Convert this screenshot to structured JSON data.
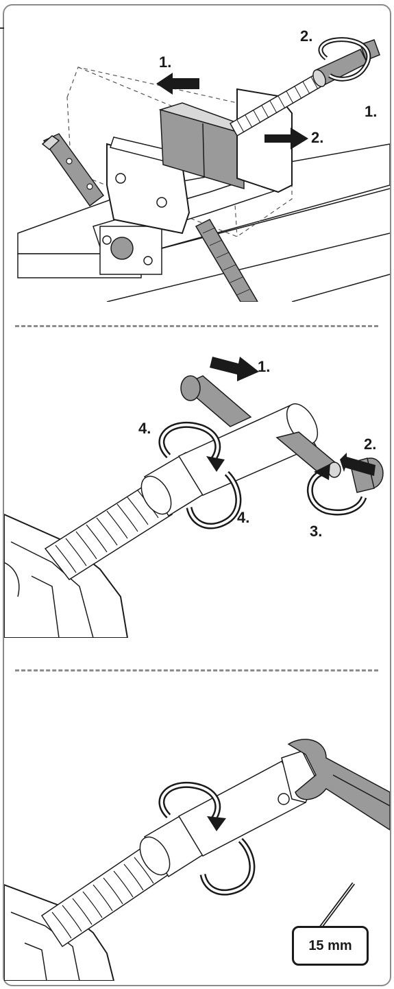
{
  "panels": [
    {
      "steps": [
        "1.",
        "2.",
        "1.",
        "2."
      ]
    },
    {
      "steps": [
        "1.",
        "2.",
        "4.",
        "4.",
        "3."
      ]
    },
    {
      "callout": "15 mm"
    }
  ],
  "colors": {
    "line": "#1a1a1a",
    "fill_gray": "#9a9a9a",
    "fill_light": "#d8d8d8",
    "frame": "#8a8a8a",
    "divider": "#8c8c8c"
  }
}
